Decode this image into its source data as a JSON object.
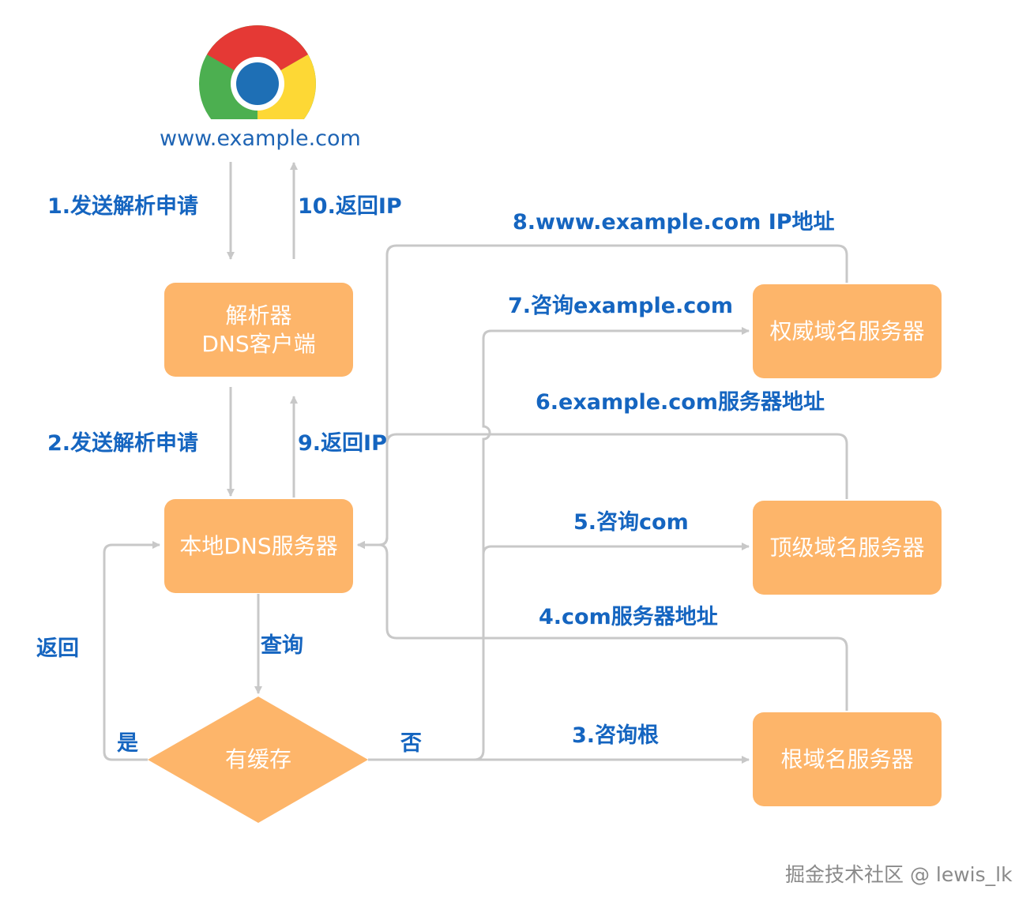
{
  "browser": {
    "icon": "chrome-icon",
    "url": "www.example.com"
  },
  "nodes": {
    "resolver": {
      "line1": "解析器",
      "line2": "DNS客户端"
    },
    "local_dns": "本地DNS服务器",
    "authoritative": "权威域名服务器",
    "tld": "顶级域名服务器",
    "root": "根域名服务器",
    "cache": "有缓存"
  },
  "steps": {
    "s1": "1.发送解析申请",
    "s2": "2.发送解析申请",
    "s3": "3.咨询根",
    "s4": "4.com服务器地址",
    "s5": "5.咨询com",
    "s6": "6.example.com服务器地址",
    "s7": "7.咨询example.com",
    "s8": "8.www.example.com IP地址",
    "s9": "9.返回IP",
    "s10": "10.返回IP"
  },
  "labels": {
    "query": "查询",
    "return": "返回",
    "yes": "是",
    "no": "否"
  },
  "watermark": "掘金技术社区 @ lewis_lk",
  "colors": {
    "node": "#FDB56A",
    "label": "#1565C0",
    "url": "#1E64B4",
    "line": "#C8C8C8"
  }
}
